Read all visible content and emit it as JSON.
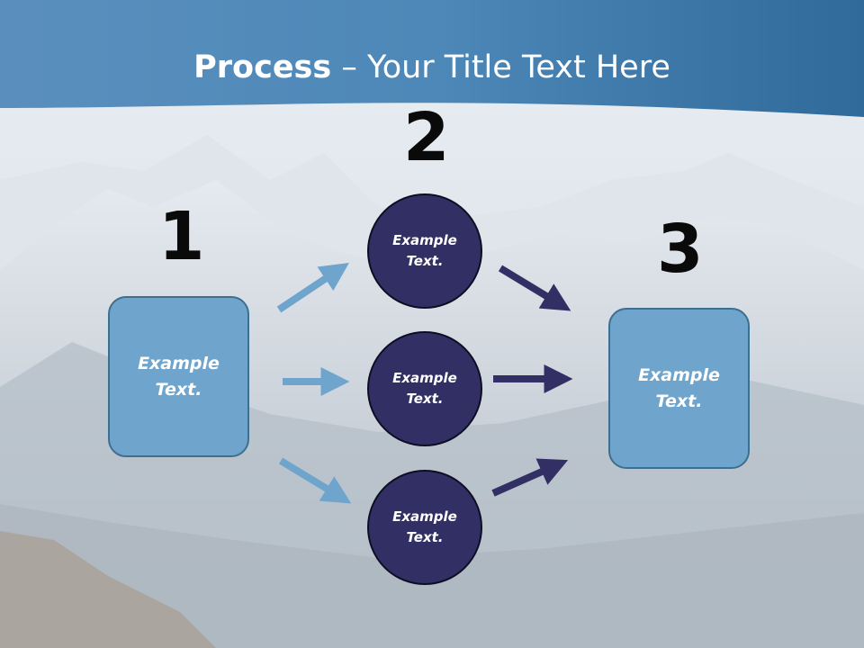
{
  "slide": {
    "title_bold": "Process",
    "title_rest": " – Your Title Text Here",
    "step_numbers": [
      "1",
      "2",
      "3"
    ],
    "left_box_label": "Example\nText.",
    "right_box_label": "Example\nText.",
    "circles": [
      {
        "label": "Example\nText."
      },
      {
        "label": "Example\nText."
      },
      {
        "label": "Example\nText."
      }
    ]
  },
  "colors": {
    "header_blue": "#3f7fb0",
    "box_fill": "#6fa5cc",
    "circle_fill": "#312f64",
    "arrow_light": "#6fa5cc",
    "arrow_dark": "#312f64"
  }
}
